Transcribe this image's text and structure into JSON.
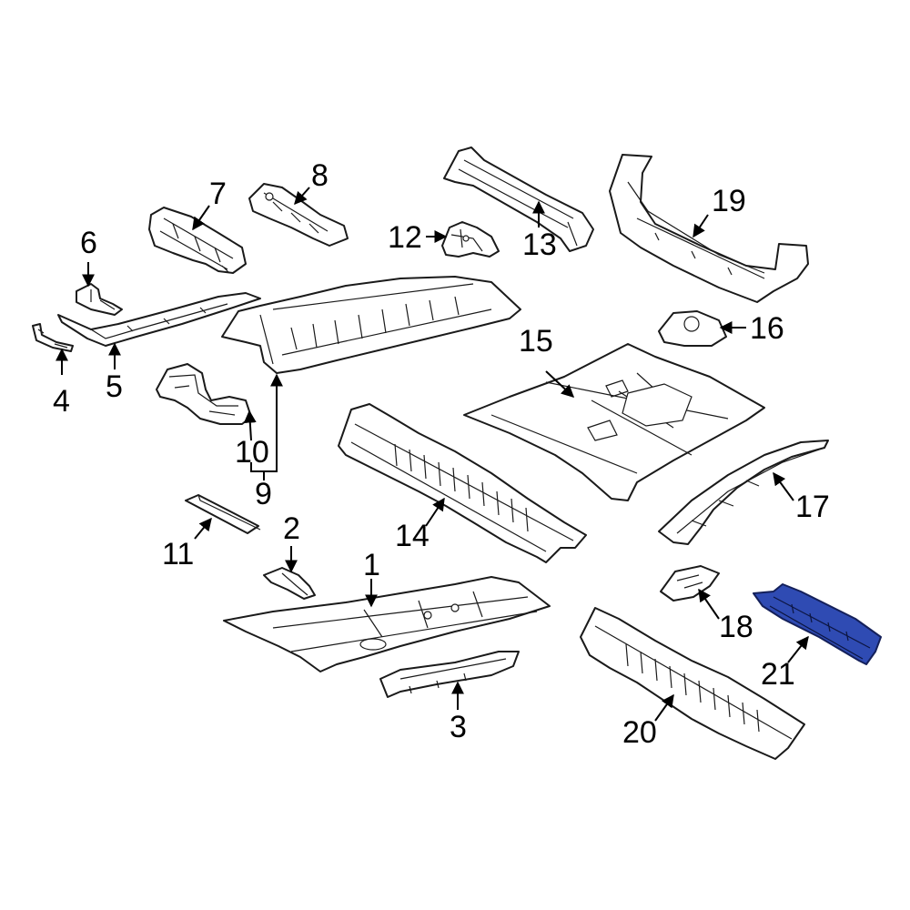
{
  "callouts": {
    "c1": "1",
    "c2": "2",
    "c3": "3",
    "c4": "4",
    "c5": "5",
    "c6": "6",
    "c7": "7",
    "c8": "8",
    "c9": "9",
    "c10": "10",
    "c11": "11",
    "c12": "12",
    "c13": "13",
    "c14": "14",
    "c15": "15",
    "c16": "16",
    "c17": "17",
    "c18": "18",
    "c19": "19",
    "c20": "20",
    "c21": "21"
  },
  "highlight": {
    "part": "21",
    "color": "#2f4bb3"
  }
}
